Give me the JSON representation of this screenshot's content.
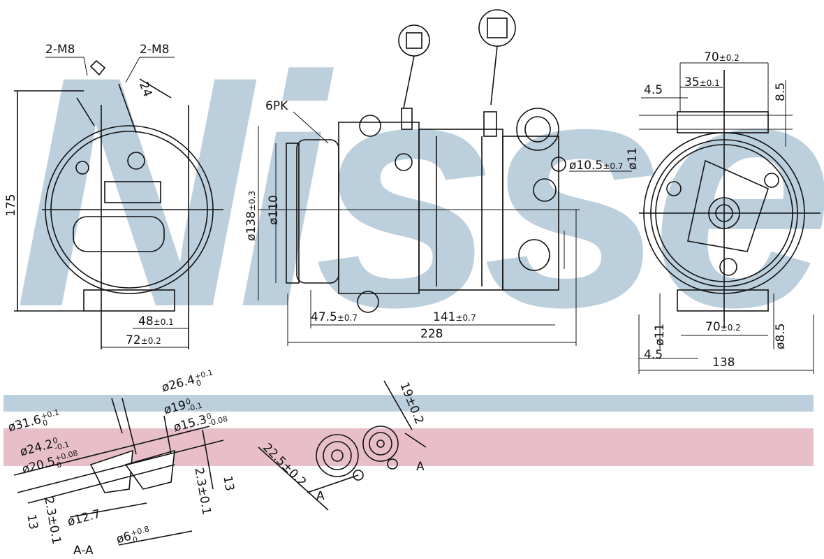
{
  "watermark": {
    "text": "Nissens",
    "registered": "®",
    "color": "#bccfdd"
  },
  "bands": {
    "blue": "#bccfdd",
    "pink": "#e8bfc9"
  },
  "side_view": {
    "bolt_left": "2-M8",
    "bolt_right": "2-M8",
    "dim_24": "24",
    "height": "175",
    "dim_48": "48",
    "dim_48_tol": "±0.1",
    "dim_72": "72",
    "dim_72_tol": "±0.2"
  },
  "front_view": {
    "pulley": "6PK",
    "dia_138": "ø138",
    "dia_138_tol": "±0.3",
    "dia_110": "ø110",
    "dia_10_5": "ø10.5",
    "dia_10_5_tol": "±0.7",
    "dim_47_5": "47.5",
    "dim_47_5_tol": "±0.7",
    "dim_141": "141",
    "dim_141_tol": "±0.7",
    "dim_228": "228"
  },
  "end_view": {
    "top_70": "70",
    "top_70_tol": "±0.2",
    "dim_35": "35",
    "dim_35_tol": "±0.1",
    "top_4_5": "4.5",
    "top_8_5": "8.5",
    "top_dia_11": "ø11",
    "bottom_dia_11": "ø11",
    "bottom_70": "70",
    "bottom_70_tol": "±0.2",
    "bottom_dia_8_5": "ø8.5",
    "bottom_4_5": "4.5",
    "width_138": "138"
  },
  "section": {
    "d26_4": "ø26.4",
    "d26_4_up": "+0.1",
    "d26_4_lo": "0",
    "d31_6": "ø31.6",
    "d31_6_up": "+0.1",
    "d31_6_lo": "0",
    "d19": "ø19",
    "d19_up": "0",
    "d19_lo": "-0.1",
    "d15_3": "ø15.3",
    "d15_3_up": "0",
    "d15_3_lo": "-0.08",
    "d24_2": "ø24.2",
    "d24_2_up": "0",
    "d24_2_lo": "-0.1",
    "d20_5": "ø20.5",
    "d20_5_up": "+0.08",
    "d20_5_lo": "0",
    "d2_3_right": "2.3±0.1",
    "d13_right": "13",
    "d2_3_left": "2.3±0.1",
    "d13_left": "13",
    "d12_7": "ø12.7",
    "d6": "ø6",
    "d6_up": "+0.8",
    "d6_lo": "0",
    "title": "A-A"
  },
  "ports": {
    "d22_5": "22.5±0.2",
    "d19": "19±0.2",
    "a_left": "A",
    "a_right": "A"
  }
}
